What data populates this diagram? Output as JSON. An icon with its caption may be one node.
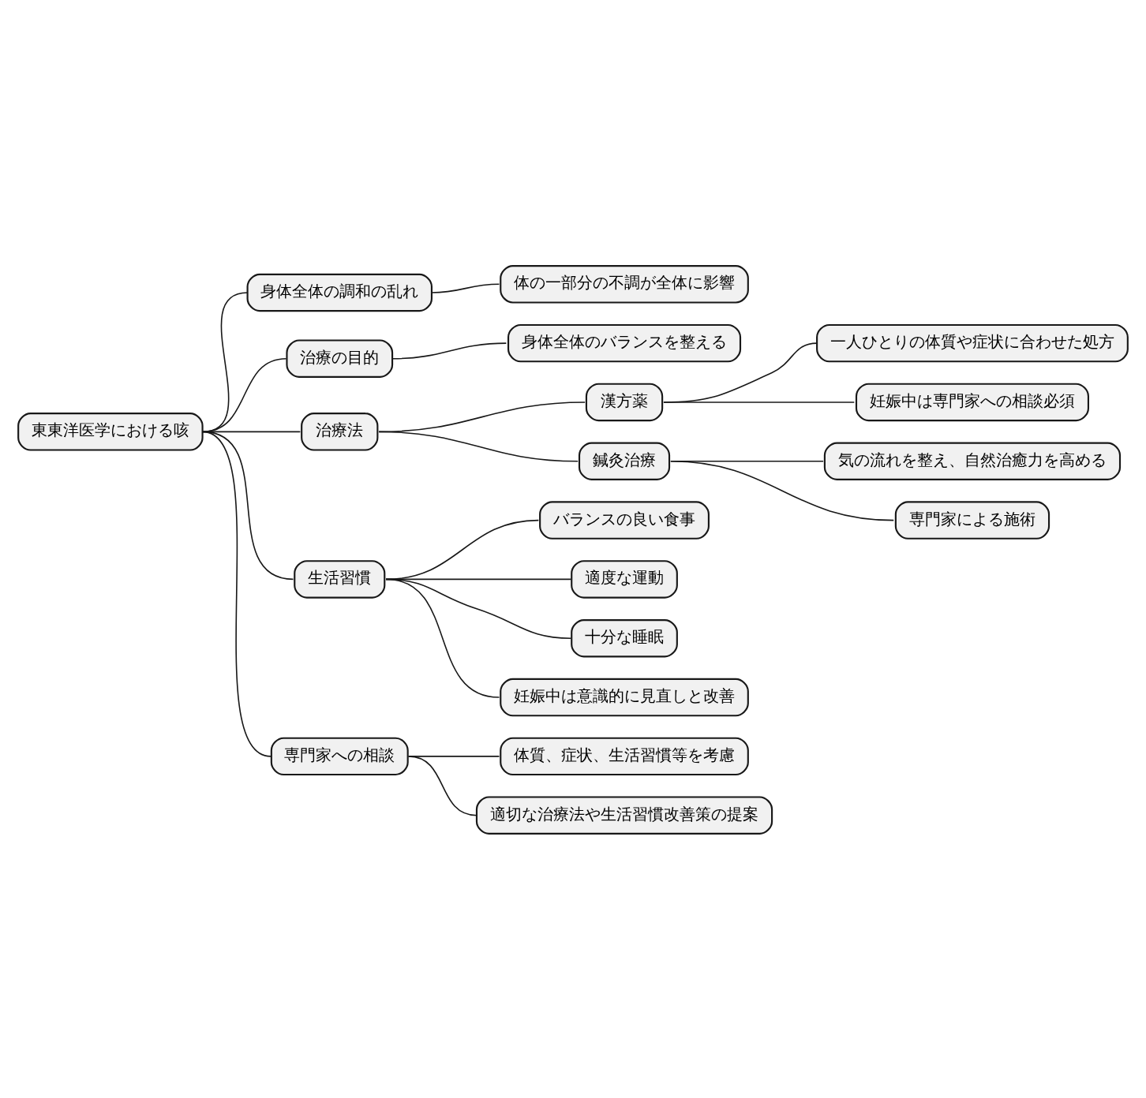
{
  "diagram": {
    "nodes": [
      {
        "text": [
          "東東洋医学における咳"
        ]
      },
      {
        "text": [
          "身体全体の調和の乱れ"
        ]
      },
      {
        "text": [
          "体の一部分の不調が全体に影響"
        ]
      },
      {
        "text": [
          "治療の目的"
        ]
      },
      {
        "text": [
          "身体全体のバランスを整える"
        ]
      },
      {
        "text": [
          "治療法"
        ]
      },
      {
        "text": [
          "漢方薬"
        ]
      },
      {
        "text": [
          "一人ひとりの体質や症状に合わせた処方"
        ]
      },
      {
        "text": [
          "妊娠中は専門家への相談必須"
        ]
      },
      {
        "text": [
          "鍼灸治療"
        ]
      },
      {
        "text": [
          "気の流れを整え、自然治癒力を高める"
        ]
      },
      {
        "text": [
          "専門家による施術"
        ]
      },
      {
        "text": [
          "生活習慣"
        ]
      },
      {
        "text": [
          "バランスの良い食事"
        ]
      },
      {
        "text": [
          "適度な運動"
        ]
      },
      {
        "text": [
          "十分な睡眠"
        ]
      },
      {
        "text": [
          "妊娠中は意識的に見直しと改善"
        ]
      },
      {
        "text": [
          "専門家への相談"
        ]
      },
      {
        "text": [
          "体質、症状、生活習慣等を考慮"
        ]
      },
      {
        "text": [
          "適切な治療法や生活習慣改善策の提案"
        ]
      }
    ],
    "edges": [
      {
        "from": 0,
        "to": 1,
        "arrow": "none"
      },
      {
        "from": 1,
        "to": 2,
        "arrow": "none"
      },
      {
        "from": 0,
        "to": 3,
        "arrow": "none"
      },
      {
        "from": 3,
        "to": 4,
        "arrow": "none"
      },
      {
        "from": 0,
        "to": 5,
        "arrow": "none"
      },
      {
        "from": 5,
        "to": 6,
        "arrow": "none"
      },
      {
        "from": 6,
        "to": 7,
        "arrow": "none"
      },
      {
        "from": 6,
        "to": 8,
        "arrow": "none"
      },
      {
        "from": 5,
        "to": 9,
        "arrow": "none"
      },
      {
        "from": 9,
        "to": 10,
        "arrow": "none"
      },
      {
        "from": 9,
        "to": 11,
        "arrow": "none"
      },
      {
        "from": 0,
        "to": 12,
        "arrow": "none"
      },
      {
        "from": 12,
        "to": 13,
        "arrow": "none"
      },
      {
        "from": 12,
        "to": 14,
        "arrow": "none"
      },
      {
        "from": 12,
        "to": 15,
        "arrow": "none"
      },
      {
        "from": 12,
        "to": 16,
        "arrow": "none"
      },
      {
        "from": 0,
        "to": 17,
        "arrow": "none"
      },
      {
        "from": 17,
        "to": 18,
        "arrow": "none"
      },
      {
        "from": 17,
        "to": 19,
        "arrow": "none"
      }
    ]
  }
}
